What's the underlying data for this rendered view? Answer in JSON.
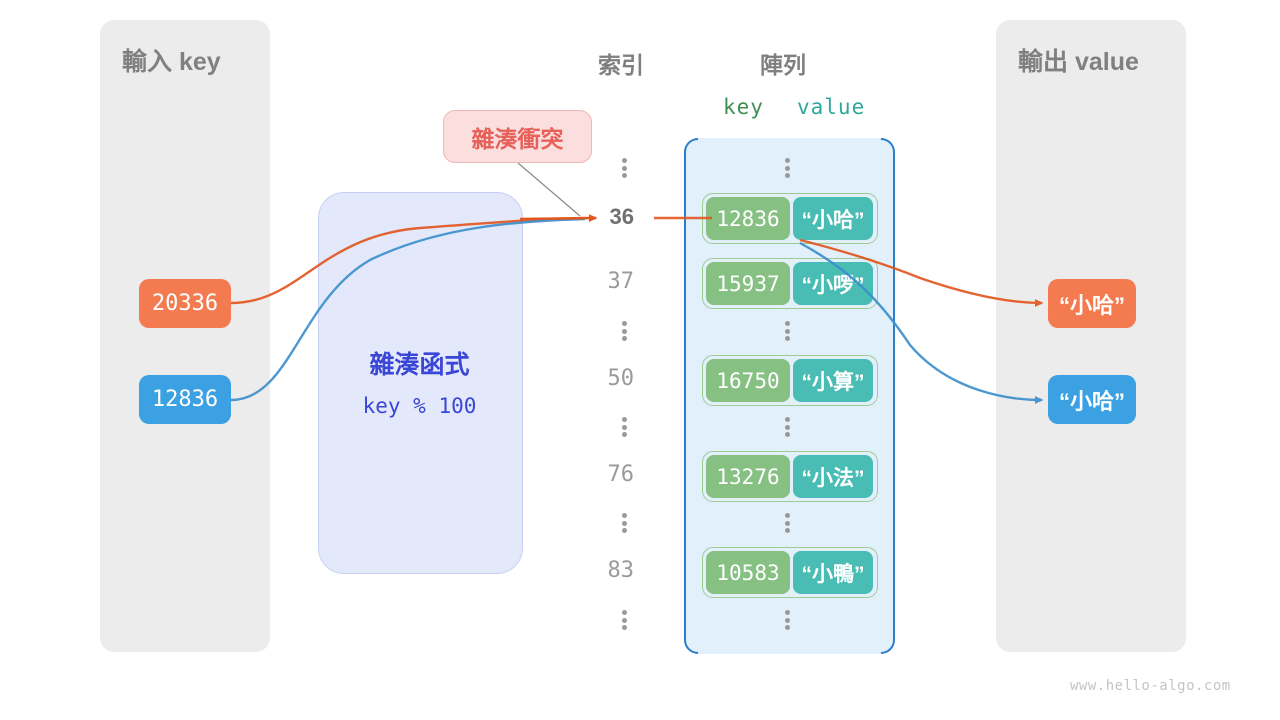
{
  "panels": {
    "input": {
      "title": "輸入 key"
    },
    "output": {
      "title": "輸出 value"
    }
  },
  "headings": {
    "index": "索引",
    "array": "陣列",
    "key_col": "key",
    "value_col": "value"
  },
  "hash_function": {
    "title": "雜湊函式",
    "formula": "key % 100"
  },
  "collision_callout": {
    "label": "雜湊衝突"
  },
  "inputs": [
    {
      "key": "20336",
      "color": "#f47b50"
    },
    {
      "key": "12836",
      "color": "#3ba1e3"
    }
  ],
  "outputs": [
    {
      "value": "“小哈”",
      "color": "#f47b50"
    },
    {
      "value": "“小哈”",
      "color": "#3ba1e3"
    }
  ],
  "array_rows": [
    {
      "type": "ellipsis",
      "index": "",
      "key": "",
      "value": ""
    },
    {
      "type": "entry",
      "index": "36",
      "key": "12836",
      "value": "“小哈”",
      "highlight": true
    },
    {
      "type": "entry",
      "index": "37",
      "key": "15937",
      "value": "“小啰”",
      "highlight": false
    },
    {
      "type": "ellipsis",
      "index": "",
      "key": "",
      "value": ""
    },
    {
      "type": "entry",
      "index": "50",
      "key": "16750",
      "value": "“小算”",
      "highlight": false
    },
    {
      "type": "ellipsis",
      "index": "",
      "key": "",
      "value": ""
    },
    {
      "type": "entry",
      "index": "76",
      "key": "13276",
      "value": "“小法”",
      "highlight": false
    },
    {
      "type": "ellipsis",
      "index": "",
      "key": "",
      "value": ""
    },
    {
      "type": "entry",
      "index": "83",
      "key": "10583",
      "value": "“小鴨”",
      "highlight": false
    },
    {
      "type": "ellipsis",
      "index": "",
      "key": "",
      "value": ""
    }
  ],
  "colors": {
    "orange": "#e2561f",
    "blue": "#1f7fc4",
    "key_green": "#86c183",
    "value_teal": "#49bdb4",
    "array_fill": "#e1f0fb",
    "array_border": "#2a7fc9",
    "hash_fill": "#e3e8fa",
    "hash_text": "#3a46d6",
    "panel_fill": "#ececec",
    "callout_fill": "#fbdfdf",
    "callout_text": "#e8605a"
  },
  "watermark": "www.hello-algo.com"
}
